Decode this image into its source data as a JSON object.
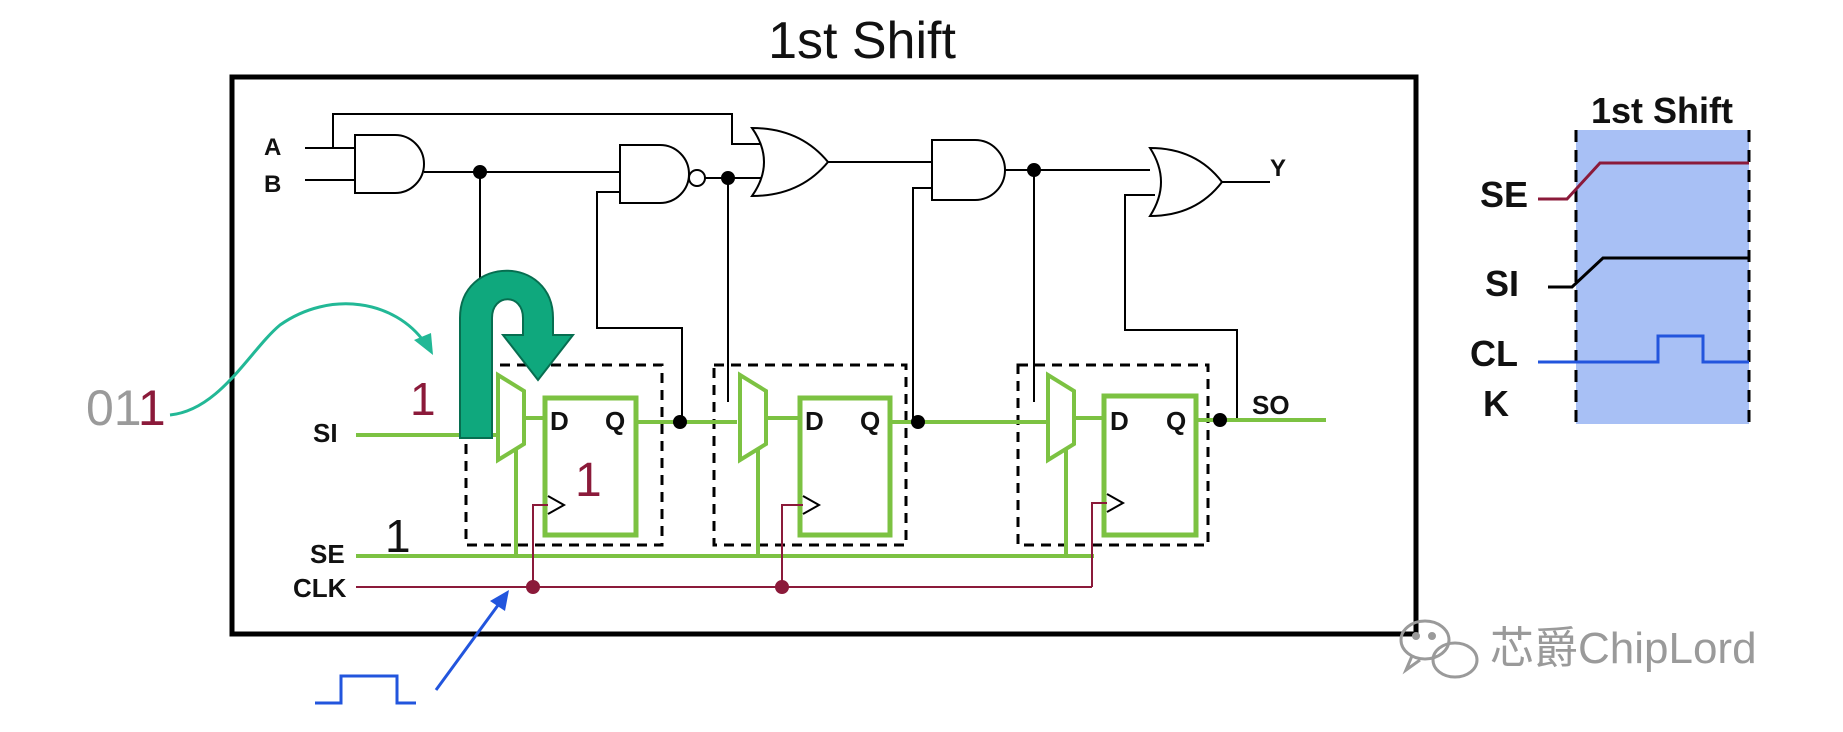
{
  "title": "1st Shift",
  "inputs": {
    "a": "A",
    "b": "B",
    "si": "SI",
    "se": "SE",
    "clk": "CLK"
  },
  "outputs": {
    "y": "Y",
    "so": "SO"
  },
  "flop": {
    "d": "D",
    "q": "Q"
  },
  "stimulus": {
    "gray": "01",
    "red": "1"
  },
  "values": {
    "si_value": "1",
    "d_value": "1",
    "se_value": "1"
  },
  "timing": {
    "title": "1st Shift",
    "se": "SE",
    "si": "SI",
    "ck_1": "CL",
    "ck_2": "K"
  },
  "watermark": "芯爵ChipLord",
  "colors": {
    "scan_wire": "#7cc242",
    "clock_wire": "#8b1a3a",
    "arrow_teal": "#13a37a",
    "pulse_blue": "#2255dd",
    "highlight": "#a8c0f5",
    "value_red": "#8b1a3a",
    "watermark": "#9a9a9a"
  }
}
